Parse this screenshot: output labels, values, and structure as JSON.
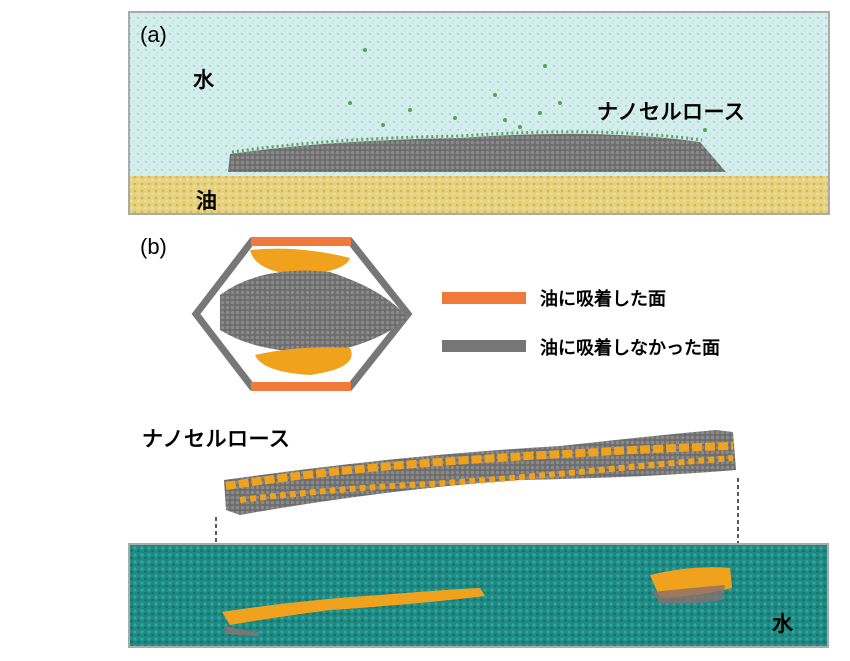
{
  "panel_a": {
    "label": "(a)",
    "water_label": "水",
    "oil_label": "油",
    "nanocellulose_label": "ナノセルロース"
  },
  "panel_b": {
    "label": "(b)",
    "legend": [
      {
        "text": "油に吸着した面",
        "color": "#ef7a3a"
      },
      {
        "text": "油に吸着しなかった面",
        "color": "#777777"
      }
    ],
    "nanocellulose_label": "ナノセルロース",
    "water_label": "水"
  },
  "colors": {
    "water_a": "#d4eded",
    "oil": "#e7d27f",
    "fiber_gray": "#6d6d6d",
    "fiber_orange": "#f0a21c",
    "water_b": "#1f8a83",
    "frame": "#aaaaaa"
  }
}
